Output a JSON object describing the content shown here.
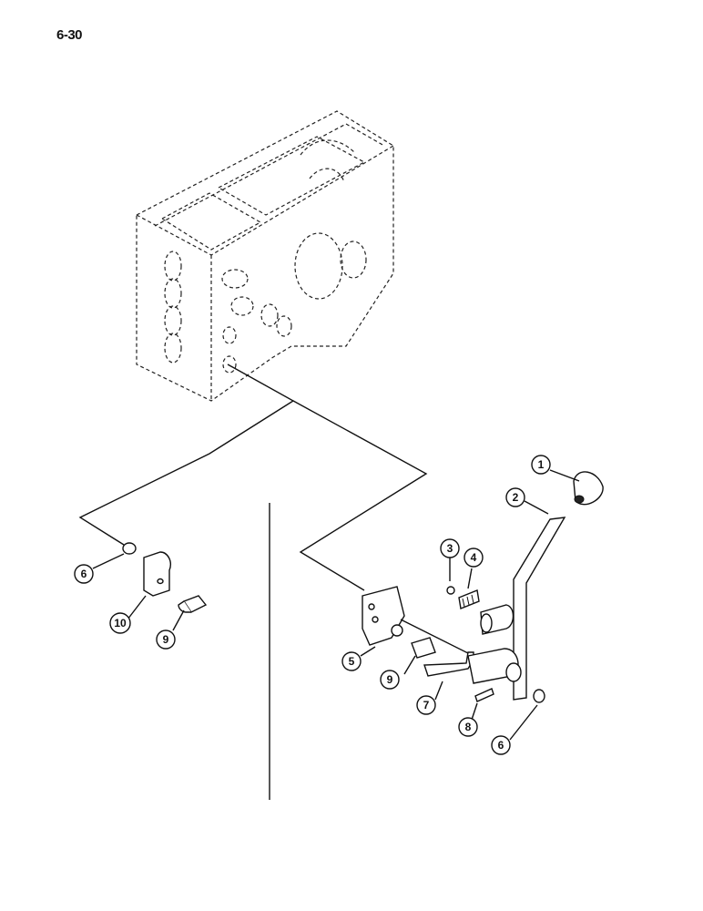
{
  "page": {
    "number": "6-30"
  },
  "callouts": [
    {
      "id": "1",
      "label": "1"
    },
    {
      "id": "2",
      "label": "2"
    },
    {
      "id": "3",
      "label": "3"
    },
    {
      "id": "4",
      "label": "4"
    },
    {
      "id": "5",
      "label": "5"
    },
    {
      "id": "6a",
      "label": "6"
    },
    {
      "id": "6b",
      "label": "6"
    },
    {
      "id": "7",
      "label": "7"
    },
    {
      "id": "8",
      "label": "8"
    },
    {
      "id": "9a",
      "label": "9"
    },
    {
      "id": "9b",
      "label": "9"
    },
    {
      "id": "10",
      "label": "10"
    }
  ]
}
